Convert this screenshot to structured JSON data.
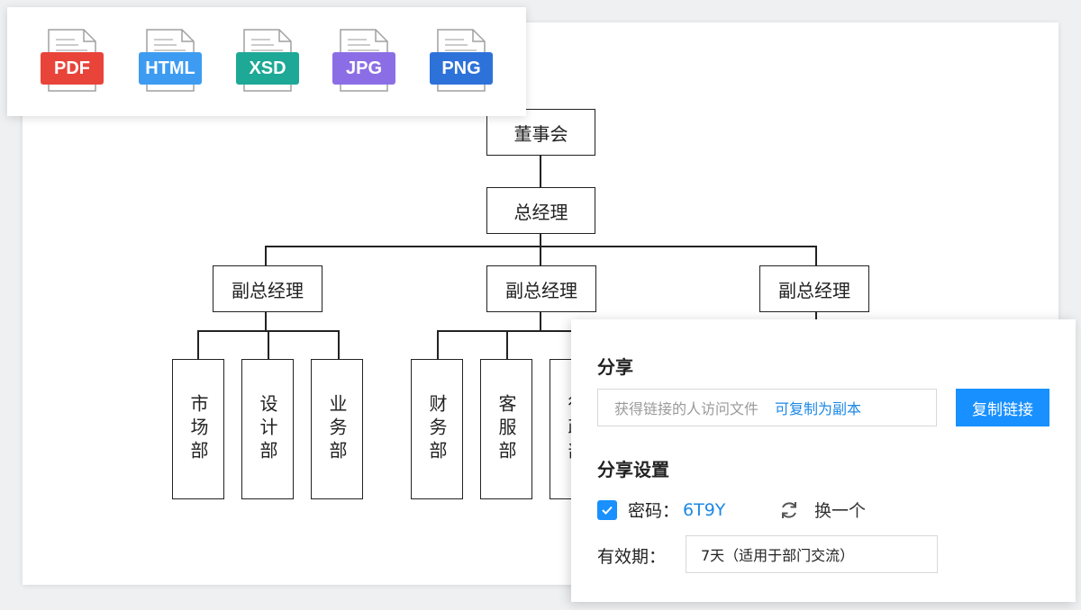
{
  "export_formats": [
    {
      "label": "PDF",
      "color": "#e8443a"
    },
    {
      "label": "HTML",
      "color": "#3d9cf2"
    },
    {
      "label": "XSD",
      "color": "#1ea896"
    },
    {
      "label": "JPG",
      "color": "#8b6ee6"
    },
    {
      "label": "PNG",
      "color": "#2d72d9"
    }
  ],
  "org_chart": {
    "board": "董事会",
    "gm": "总经理",
    "deputies": [
      "副总经理",
      "副总经理",
      "副总经理"
    ],
    "departments": [
      "市场部",
      "设计部",
      "业务部",
      "财务部",
      "客服部",
      "行政部"
    ]
  },
  "share": {
    "title": "分享",
    "link_placeholder": "获得链接的人访问文件",
    "link_option": "可复制为副本",
    "copy_button": "复制链接",
    "settings_title": "分享设置",
    "password_label": "密码：",
    "password_value": "6T9Y",
    "password_checked": true,
    "change_label": "换一个",
    "expiry_label": "有效期：",
    "expiry_value": "7天（适用于部门交流）"
  },
  "colors": {
    "accent": "#1890ff",
    "link_blue": "#1e88e5"
  }
}
